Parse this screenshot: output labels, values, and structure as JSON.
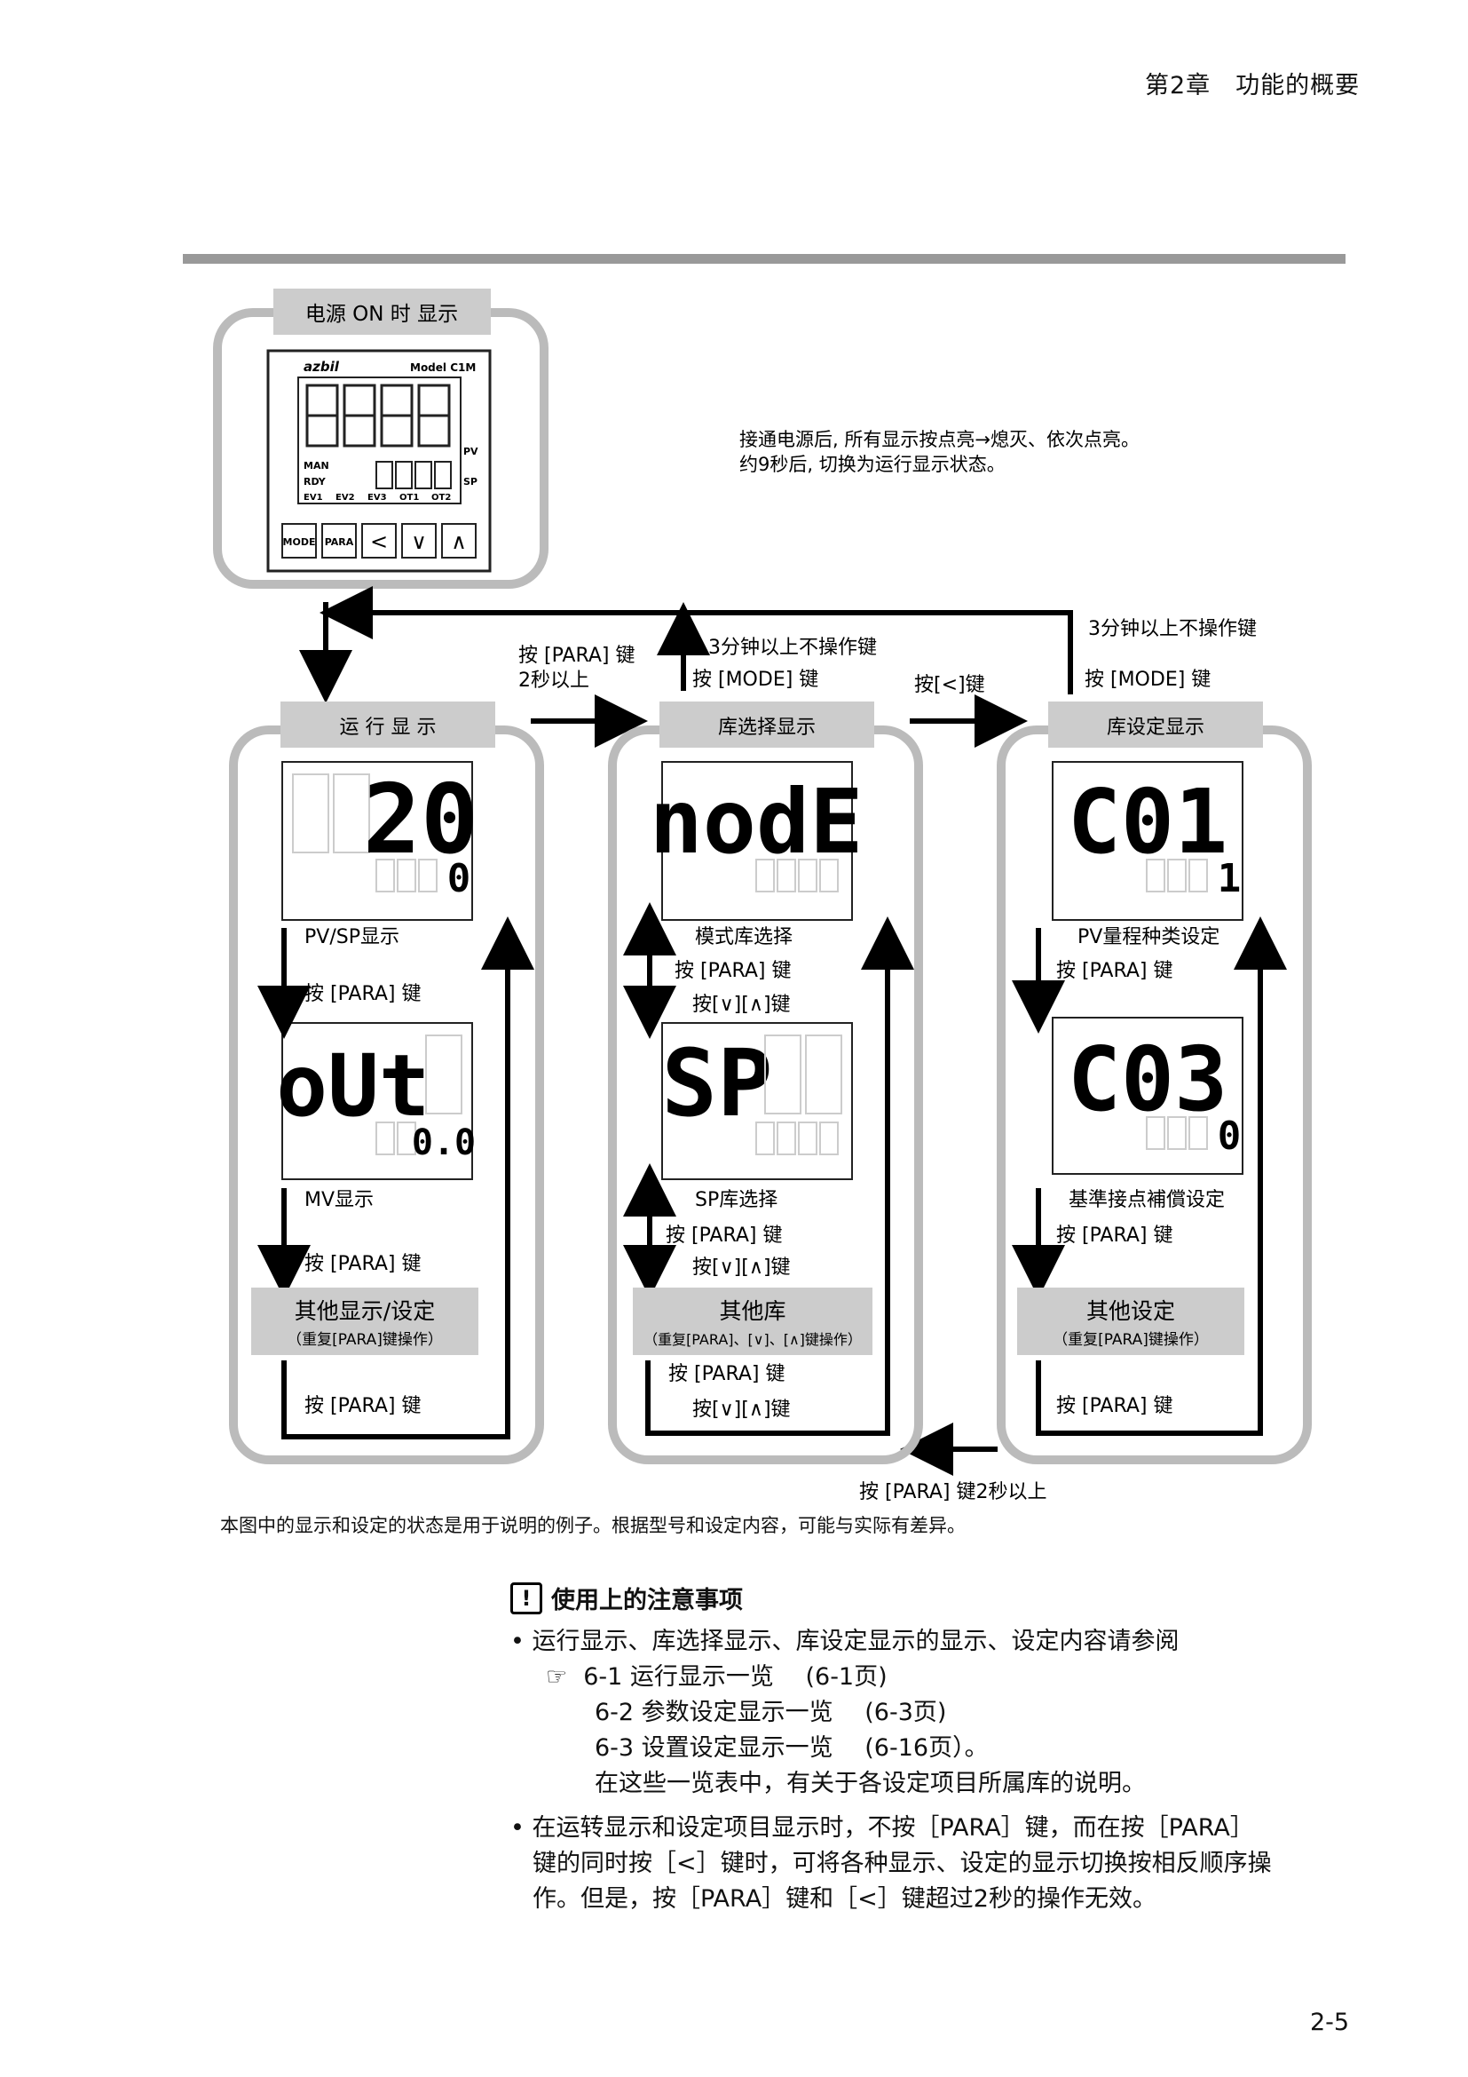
{
  "header": {
    "chapter": "第2章　功能的概要"
  },
  "page_number": "2-5",
  "diagram": {
    "power_on": {
      "label": "电源 ON 时 显示",
      "note1": "接通电源后, 所有显示按点亮→熄灭、依次点亮。",
      "note2": "约9秒后, 切换为运行显示状态。"
    },
    "device": {
      "brand": "azbil",
      "model": "Model C1M",
      "pv": "PV",
      "sp": "SP",
      "man": "MAN",
      "rdy": "RDY",
      "ev_labels": [
        "EV1",
        "EV2",
        "EV3",
        "OT1",
        "OT2"
      ],
      "keys": [
        "MODE",
        "PARA",
        "<",
        "∨",
        "∧"
      ]
    },
    "transitions": {
      "para_2s": "按 [PARA] 键",
      "para_2s_b": "2秒以上",
      "idle_3min_a": "3分钟以上不操作键",
      "mode_key_a": "按 [MODE] 键",
      "left_key": "按[<]键",
      "idle_3min_b": "3分钟以上不操作键",
      "mode_key_b": "按 [MODE] 键",
      "bottom_para_2s": "按 [PARA] 键2秒以上"
    },
    "col1": {
      "title": "运 行 显 示",
      "disp1_pv": "20",
      "disp1_sp": "0",
      "caption1": "PV/SP显示",
      "key1": "按 [PARA] 键",
      "disp2_pv": "oUt",
      "disp2_sp": "0.0",
      "caption2": "MV显示",
      "key2": "按 [PARA] 键",
      "box_title": "其他显示/设定",
      "box_sub": "（重复[PARA]键操作）",
      "key3": "按 [PARA] 键"
    },
    "col2": {
      "title": "库选择显示",
      "disp1_pv": "nodE",
      "caption1": "模式库选择",
      "key1": "按 [PARA] 键",
      "key1b": "按[∨][∧]键",
      "disp2_pv": "SP",
      "caption2": "SP库选择",
      "key2": "按 [PARA] 键",
      "key2b": "按[∨][∧]键",
      "box_title": "其他库",
      "box_sub": "（重复[PARA]、[∨]、[∧]键操作）",
      "key3": "按 [PARA] 键",
      "key3b": "按[∨][∧]键"
    },
    "col3": {
      "title": "库设定显示",
      "disp1_pv": "C01",
      "disp1_sp": "1",
      "caption1": "PV量程种类设定",
      "key1": "按 [PARA] 键",
      "disp2_pv": "C03",
      "disp2_sp": "0",
      "caption2": "基準接点補償设定",
      "key2": "按 [PARA] 键",
      "box_title": "其他设定",
      "box_sub": "（重复[PARA]键操作）",
      "key3": "按 [PARA] 键"
    }
  },
  "footnote": "本图中的显示和设定的状态是用于说明的例子。根据型号和设定内容，可能与实际有差异。",
  "caution": {
    "title": "使用上的注意事项",
    "b1": "• 运行显示、库选择显示、库设定显示的显示、设定内容请参阅",
    "r1": "6-1 运行显示一览　 (6-1页)",
    "r2": "6-2 参数设定显示一览　 (6-3页)",
    "r3": "6-3 设置设定显示一览　 (6-16页）。",
    "r4": "在这些一览表中，有关于各设定项目所属库的说明。",
    "b2a": "• 在运转显示和设定项目显示时，不按［PARA］键，而在按［PARA］",
    "b2b": "键的同时按［<］键时，可将各种显示、设定的显示切换按相反顺序操",
    "b2c": "作。但是，按［PARA］键和［<］键超过2秒的操作无效。"
  }
}
